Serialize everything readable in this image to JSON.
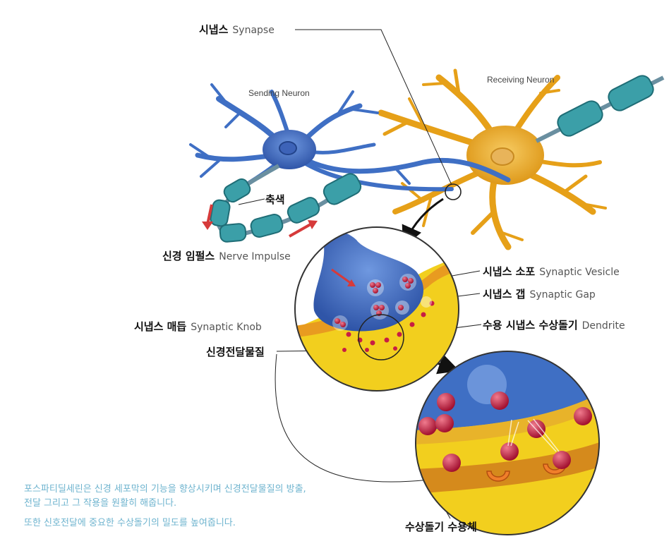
{
  "labels": {
    "synapse": {
      "ko": "시냅스",
      "en": "Synapse"
    },
    "sending_neuron": "Sending Neuron",
    "receiving_neuron": "Receiving Neuron",
    "axon": "축색",
    "nerve_impulse": {
      "ko": "신경 임펄스",
      "en": "Nerve Impulse"
    },
    "synaptic_vesicle": {
      "ko": "시냅스 소포",
      "en": "Synaptic Vesicle"
    },
    "synaptic_gap": {
      "ko": "시냅스 갭",
      "en": "Synaptic Gap"
    },
    "synaptic_knob": {
      "ko": "시냅스 매듭",
      "en": "Synaptic Knob"
    },
    "dendrite": {
      "ko": "수용 시냅스 수상돌기",
      "en": "Dendrite"
    },
    "neurotransmitter": "신경전달물질",
    "receptor": "수상돌기 수용체"
  },
  "notes": [
    "포스파티딜세린은 신경 세포막의 기능을 향상시키며 신경전달물질의 방출,",
    "전달 그리고 그 작용을 원활히 해줍니다.",
    "또한 신호전달에 중요한 수상돌기의 밀도를 높여줍니다."
  ],
  "colors": {
    "sending": "#3f6fc4",
    "receiving": "#e8a51c",
    "myelin": "#3b9fa8",
    "gap_yellow": "#f2cf1e",
    "vesicle": "#c81d43",
    "impulse_arrow": "#d63a3a",
    "note_text": "#6fb4cf"
  }
}
